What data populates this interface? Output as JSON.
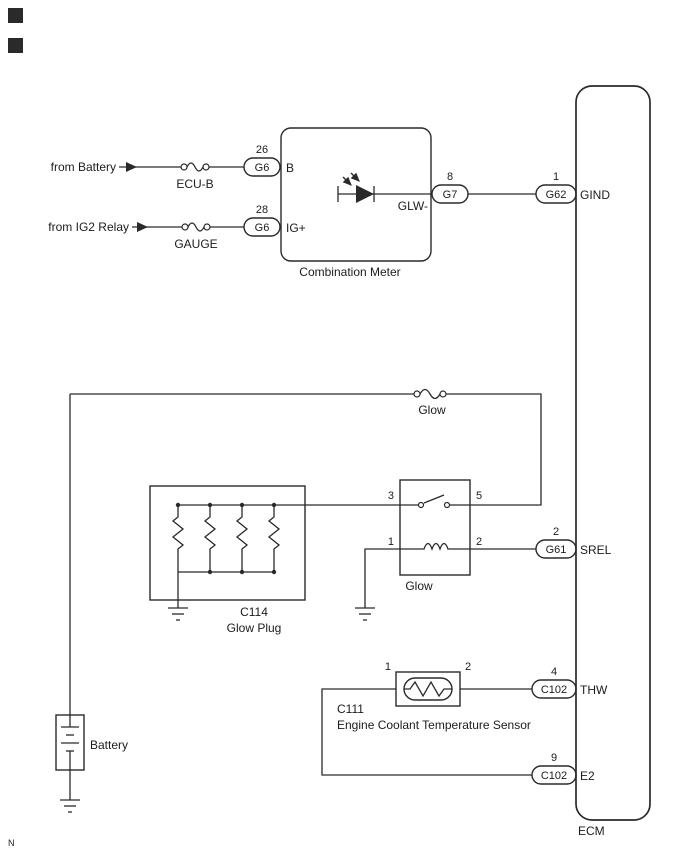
{
  "page": {
    "corner_mark": "N"
  },
  "feeds": {
    "battery": {
      "label": "from Battery",
      "fuse": "ECU-B",
      "pin": "26",
      "connector": "G6",
      "terminal": "B"
    },
    "ig2": {
      "label": "from IG2 Relay",
      "fuse": "GAUGE",
      "pin": "28",
      "connector": "G6",
      "terminal": "IG+"
    }
  },
  "meter": {
    "label": "Combination Meter",
    "glw": {
      "terminal": "GLW-",
      "pin": "8",
      "connector": "G7"
    }
  },
  "glow_fuse": {
    "label": "Glow"
  },
  "relay": {
    "label": "Glow",
    "pin3": "3",
    "pin5": "5",
    "pin1": "1",
    "pin2": "2"
  },
  "glow_plug": {
    "code": "C114",
    "label": "Glow Plug"
  },
  "battery": {
    "label": "Battery"
  },
  "sensor": {
    "code": "C111",
    "label": "Engine Coolant Temperature Sensor",
    "pin1": "1",
    "pin2": "2"
  },
  "ecm": {
    "label": "ECM",
    "gind": {
      "pin": "1",
      "connector": "G62",
      "name": "GIND"
    },
    "srel": {
      "pin": "2",
      "connector": "G61",
      "name": "SREL"
    },
    "thw": {
      "pin": "4",
      "connector": "C102",
      "name": "THW"
    },
    "e2": {
      "pin": "9",
      "connector": "C102",
      "name": "E2"
    }
  }
}
